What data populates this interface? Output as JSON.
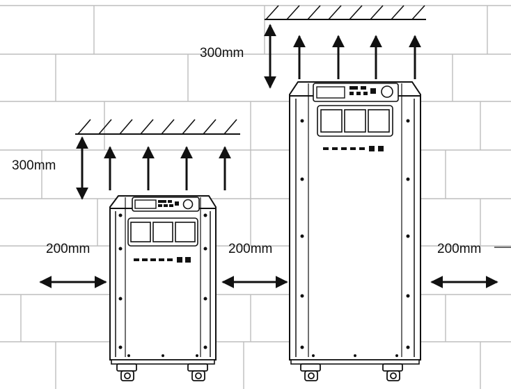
{
  "clearances": {
    "top_large": "300mm",
    "top_small": "300mm",
    "left_small": "200mm",
    "between_units": "200mm",
    "right_large": "200mm"
  },
  "colors": {
    "line": "#111111",
    "wall_line": "#bdbdbd",
    "fill": "#ffffff"
  },
  "units": [
    {
      "id": "small-inverter-unit",
      "size": "small"
    },
    {
      "id": "large-inverter-unit",
      "size": "large"
    }
  ]
}
